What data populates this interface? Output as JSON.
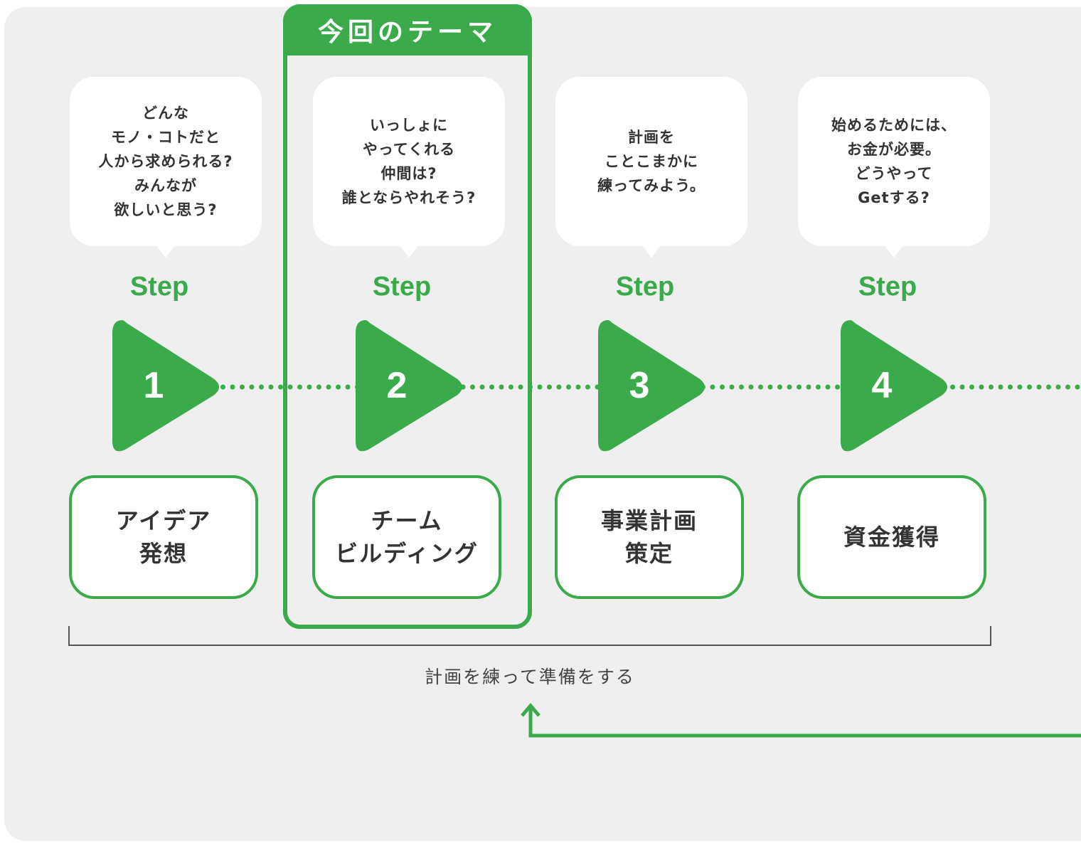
{
  "theme_label": "今回のテーマ",
  "steps": [
    {
      "step_word": "Step",
      "number": "1",
      "bubble_lines": [
        "どんな",
        "モノ・コトだと",
        "人から求められる?",
        "みんなが",
        "欲しいと思う?"
      ],
      "stage_lines": [
        "アイデア",
        "発想"
      ]
    },
    {
      "step_word": "Step",
      "number": "2",
      "bubble_lines": [
        "いっしょに",
        "やってくれる",
        "仲間は?",
        "誰とならやれそう?"
      ],
      "stage_lines": [
        "チーム",
        "ビルディング"
      ]
    },
    {
      "step_word": "Step",
      "number": "3",
      "bubble_lines": [
        "計画を",
        "ことこまかに",
        "練ってみよう。"
      ],
      "stage_lines": [
        "事業計画",
        "策定"
      ]
    },
    {
      "step_word": "Step",
      "number": "4",
      "bubble_lines": [
        "始めるためには、",
        "お金が必要。",
        "どうやって",
        "Getする?"
      ],
      "stage_lines": [
        "資金獲得"
      ]
    }
  ],
  "bracket_label": "計画を練って準備をする",
  "colors": {
    "accent_green": "#3aaa4a",
    "panel_bg": "#efefef",
    "text_dark": "#333333"
  },
  "icons": [
    "triangle-play-icon",
    "return-arrow-icon"
  ]
}
